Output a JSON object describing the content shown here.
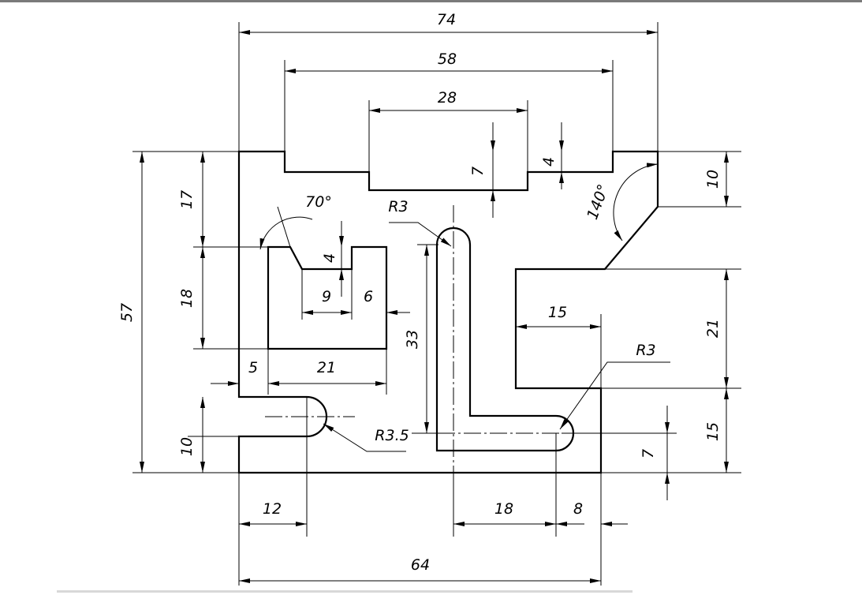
{
  "colors": {
    "background": "#ffffff",
    "lines": "#000000",
    "top_bar": "#7a7a7a"
  },
  "dimensions": {
    "overall_width": "74",
    "upper_slot_width": "58",
    "top_step_width": "28",
    "top_step_depth": "7",
    "upper_slot_depth": "4",
    "right_chamfer_height": "10",
    "chamfer_angle": "140°",
    "pocket_angle": "70°",
    "top_slot_radius": "R3",
    "left_top_offset": "17",
    "pocket_height": "18",
    "overall_height": "57",
    "pocket_notch_depth": "4",
    "notch_width_9": "9",
    "notch_width_6": "6",
    "left_margin_5": "5",
    "pocket_width_21": "21",
    "l_slot_height": "33",
    "right_step_width": "15",
    "right_step_height": "21",
    "l_slot_end_radius": "R3",
    "left_notch_radius": "R3.5",
    "left_notch_width": "10",
    "bottom_right_height": "15",
    "l_slot_offset": "7",
    "left_notch_center": "12",
    "l_slot_length": "18",
    "right_offset": "8",
    "bottom_width": "64"
  }
}
